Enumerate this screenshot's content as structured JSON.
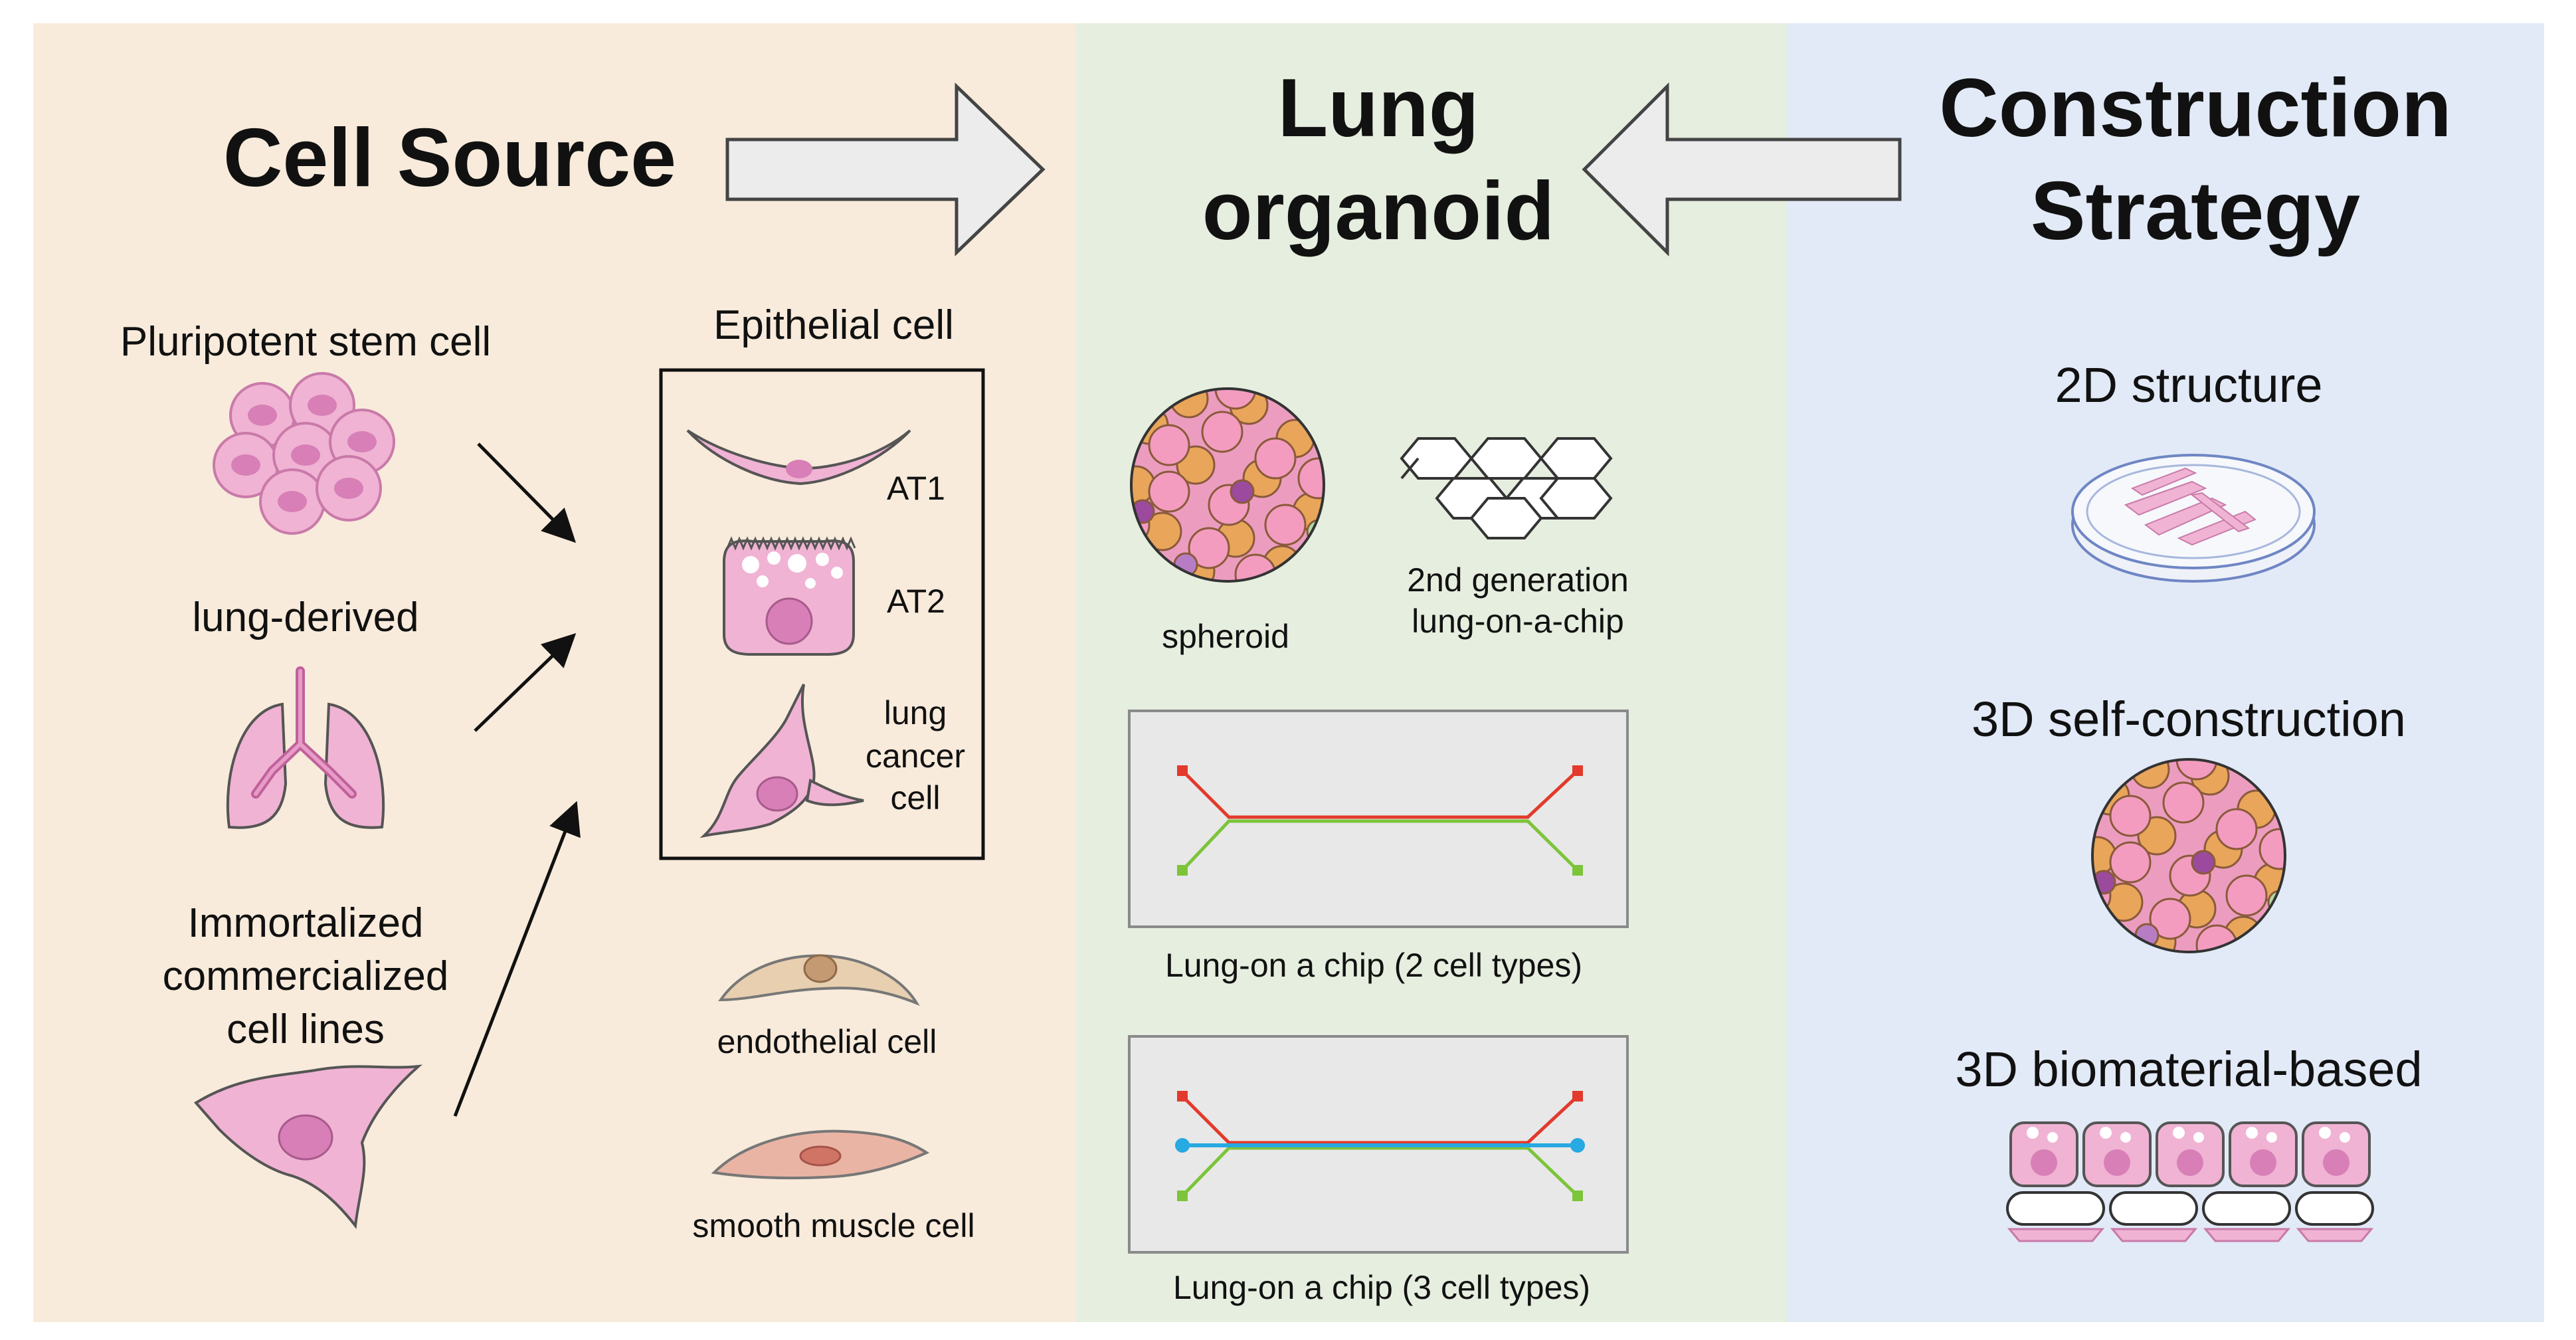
{
  "cell_source": {
    "title": "Cell Source",
    "pluripotent": "Pluripotent stem cell",
    "lung_derived": "lung-derived",
    "immortalized": [
      "Immortalized",
      "commercialized",
      "cell lines"
    ],
    "epithelial_title": "Epithelial cell",
    "at1": "AT1",
    "at2": "AT2",
    "lung_cancer": [
      "lung",
      "cancer",
      "cell"
    ],
    "endothelial": "endothelial cell",
    "smooth_muscle": "smooth muscle cell"
  },
  "lung_organoid": {
    "title": [
      "Lung",
      "organoid"
    ],
    "spheroid": "spheroid",
    "second_gen": [
      "2nd generation",
      "lung-on-a-chip"
    ],
    "chip2": "Lung-on a chip (2 cell types)",
    "chip3": "Lung-on a chip (3 cell types)"
  },
  "construction": {
    "title": [
      "Construction",
      "Strategy"
    ],
    "s2d": "2D structure",
    "s3d_self": "3D self-construction",
    "s3d_bio": "3D biomaterial-based"
  },
  "colors": {
    "panel_left": "#f8ebdb",
    "panel_mid": "#e6eedf",
    "panel_right": "#e2eaf7",
    "cell_pink": "#ecaecf",
    "nucleus": "#d77fb6",
    "red_channel": "#e23a2c",
    "green_channel": "#7cc43a",
    "blue_channel": "#27a9e1"
  }
}
